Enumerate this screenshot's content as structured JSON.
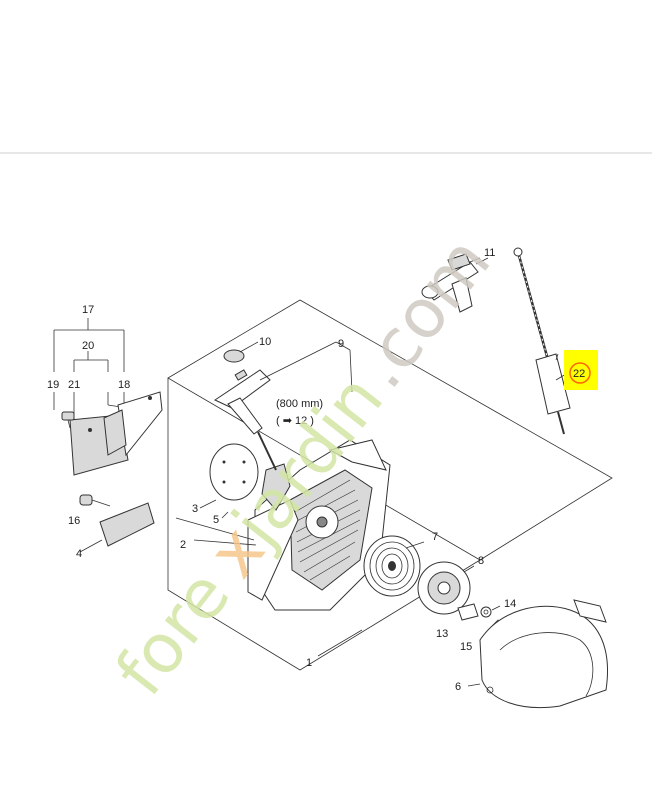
{
  "labels": {
    "l1": "1",
    "l2": "2",
    "l3": "3",
    "l4": "4",
    "l5": "5",
    "l6": "6",
    "l7": "7",
    "l8": "8",
    "l9": "9",
    "l10": "10",
    "l11": "11",
    "l12": "( ➡ 12 )",
    "l13": "13",
    "l14": "14",
    "l15": "15",
    "l16": "16",
    "l17": "17",
    "l18": "18",
    "l19": "19",
    "l20": "20",
    "l21": "21",
    "l22": "22"
  },
  "rope_length": "(800 mm)",
  "watermark": "forexjardin.com",
  "colors": {
    "highlight": "#ffff00",
    "highlight_ring": "#ff6600",
    "watermark_green": "#d3e6a4",
    "watermark_orange": "#f6c78b",
    "watermark_gray": "#cfcbc2"
  }
}
